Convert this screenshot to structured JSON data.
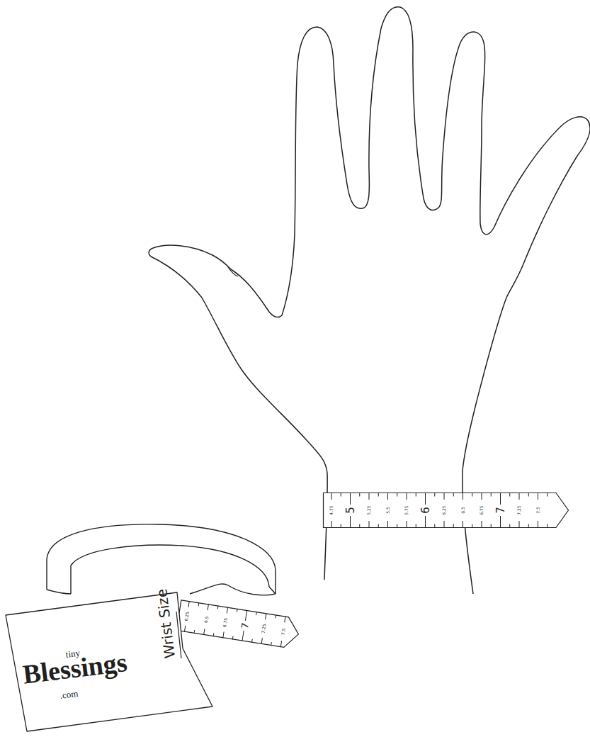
{
  "diagram": {
    "nodes": [
      {
        "text": [
          "4.75",
          "5",
          "5.25",
          "5.5",
          "5.75",
          "6",
          "6.25",
          "6.5",
          "6.75",
          "7",
          "7.25",
          "7.5"
        ]
      },
      {
        "text": [
          "tiny",
          "Blessings",
          ".com",
          "Wrist Size"
        ]
      },
      {
        "text": [
          "6.25",
          "6.5",
          "6.75",
          "7",
          "7.25",
          "7.5"
        ]
      }
    ]
  }
}
